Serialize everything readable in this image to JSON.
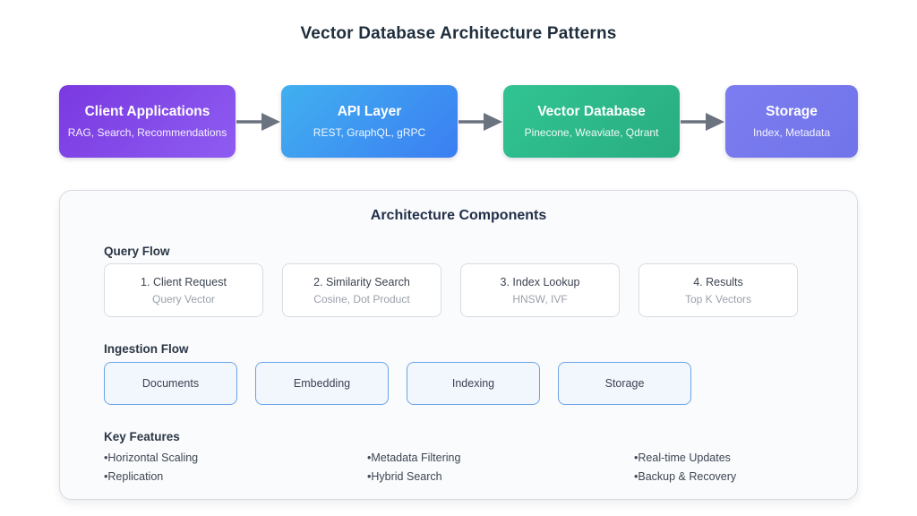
{
  "page": {
    "title": "Vector Database Architecture Patterns"
  },
  "flow": {
    "arrow_color": "#6b7280",
    "nodes": [
      {
        "title": "Client Applications",
        "subtitle": "RAG, Search, Recommendations",
        "color_from": "#7a39e0",
        "color_to": "#8e5cf2"
      },
      {
        "title": "API Layer",
        "subtitle": "REST, GraphQL, gRPC",
        "color_from": "#41b0f0",
        "color_to": "#3b7ef2"
      },
      {
        "title": "Vector Database",
        "subtitle": "Pinecone, Weaviate, Qdrant",
        "color_from": "#31c492",
        "color_to": "#29ad80"
      },
      {
        "title": "Storage",
        "subtitle": "Index, Metadata",
        "color_from": "#7b7df0",
        "color_to": "#7173e9"
      }
    ]
  },
  "components": {
    "title": "Architecture Components",
    "query_flow": {
      "heading": "Query Flow",
      "steps": [
        {
          "title": "1. Client Request",
          "subtitle": "Query Vector"
        },
        {
          "title": "2. Similarity Search",
          "subtitle": "Cosine, Dot Product"
        },
        {
          "title": "3. Index Lookup",
          "subtitle": "HNSW, IVF"
        },
        {
          "title": "4. Results",
          "subtitle": "Top K Vectors"
        }
      ]
    },
    "ingestion_flow": {
      "heading": "Ingestion Flow",
      "steps": [
        {
          "label": "Documents"
        },
        {
          "label": "Embedding"
        },
        {
          "label": "Indexing"
        },
        {
          "label": "Storage"
        }
      ]
    },
    "key_features": {
      "heading": "Key Features",
      "items": [
        {
          "label": "Horizontal Scaling"
        },
        {
          "label": "Replication"
        },
        {
          "label": "Metadata Filtering"
        },
        {
          "label": "Hybrid Search"
        },
        {
          "label": "Real-time Updates"
        },
        {
          "label": "Backup & Recovery"
        }
      ]
    }
  }
}
